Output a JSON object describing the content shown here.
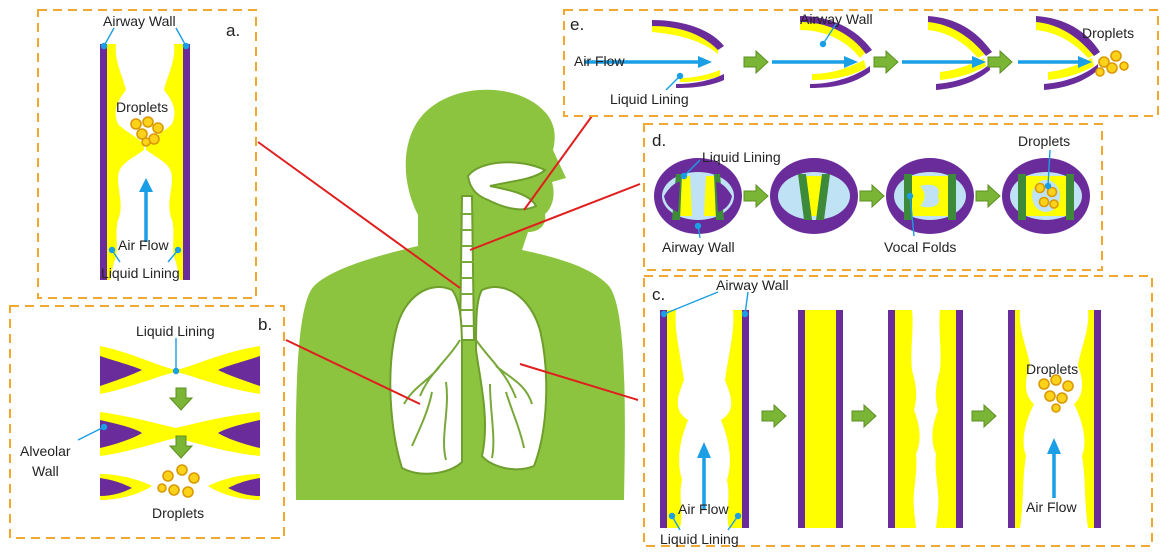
{
  "panels": {
    "a": {
      "tag": "a.",
      "airway_wall": "Airway Wall",
      "droplets": "Droplets",
      "air_flow": "Air Flow",
      "liquid_lining": "Liquid Lining"
    },
    "b": {
      "tag": "b.",
      "liquid_lining": "Liquid Lining",
      "alveolar_wall_line1": "Alveolar",
      "alveolar_wall_line2": "Wall",
      "droplets": "Droplets"
    },
    "c": {
      "tag": "c.",
      "airway_wall": "Airway Wall",
      "air_flow_left": "Air Flow",
      "liquid_lining": "Liquid Lining",
      "droplets": "Droplets",
      "air_flow_right": "Air Flow"
    },
    "d": {
      "tag": "d.",
      "liquid_lining": "Liquid Lining",
      "airway_wall": "Airway Wall",
      "vocal_folds": "Vocal Folds",
      "droplets": "Droplets"
    },
    "e": {
      "tag": "e.",
      "air_flow": "Air Flow",
      "airway_wall": "Airway Wall",
      "liquid_lining": "Liquid Lining",
      "droplets": "Droplets"
    }
  },
  "colors": {
    "panel_border": "#f0a830",
    "airway_wall": "#6a2c9a",
    "liquid_lining": "#ffff00",
    "air_flow": "#1a9ee6",
    "droplet": "#ffd21a",
    "body": "#8cc43f",
    "process_arrow": "#7ab536",
    "pointer_line": "#e01f1f"
  }
}
